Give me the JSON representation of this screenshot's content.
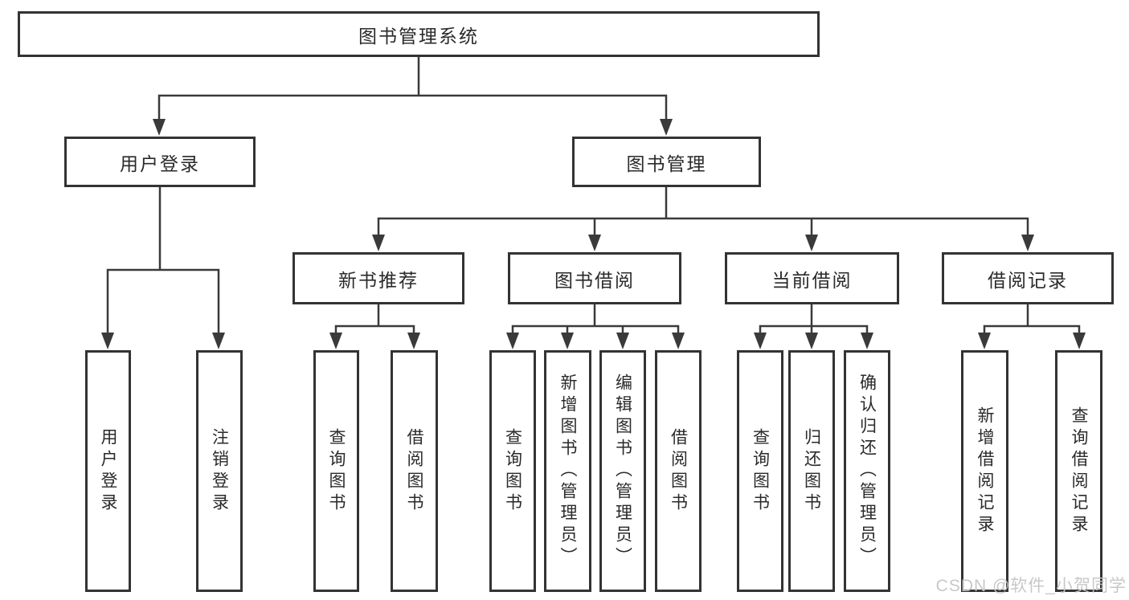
{
  "diagram": {
    "root": {
      "label": "图书管理系统",
      "children": [
        {
          "label": "用户登录",
          "children": [
            {
              "label": "用户登录"
            },
            {
              "label": "注销登录"
            }
          ]
        },
        {
          "label": "图书管理",
          "children": [
            {
              "label": "新书推荐",
              "children": [
                {
                  "label": "查询图书"
                },
                {
                  "label": "借阅图书"
                }
              ]
            },
            {
              "label": "图书借阅",
              "children": [
                {
                  "label": "查询图书"
                },
                {
                  "label": "新增图书（管理员）"
                },
                {
                  "label": "编辑图书（管理员）"
                },
                {
                  "label": "借阅图书"
                }
              ]
            },
            {
              "label": "当前借阅",
              "children": [
                {
                  "label": "查询图书"
                },
                {
                  "label": "归还图书"
                },
                {
                  "label": "确认归还（管理员）"
                }
              ]
            },
            {
              "label": "借阅记录",
              "children": [
                {
                  "label": "新增借阅记录"
                },
                {
                  "label": "查询借阅记录"
                }
              ]
            }
          ]
        }
      ]
    }
  },
  "watermark": {
    "text": "CSDN @软件_小贺同学"
  },
  "colors": {
    "border": "#333333",
    "line": "#3a3a3a",
    "text": "#2a2a2a",
    "watermark": "#c6c6c6",
    "background": "#ffffff"
  }
}
